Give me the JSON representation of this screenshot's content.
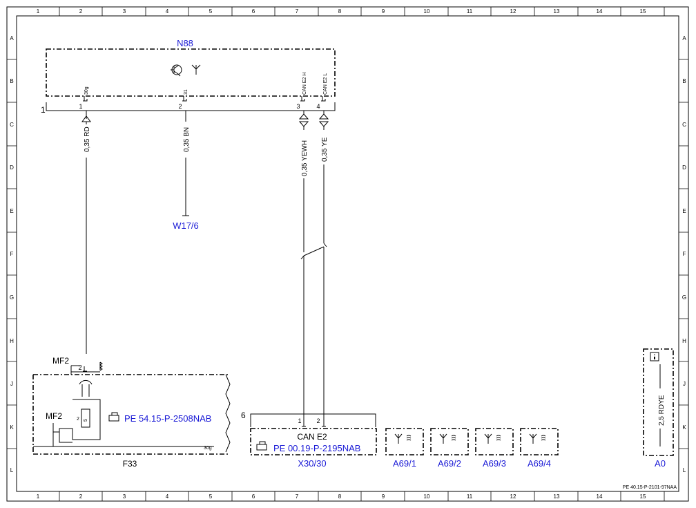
{
  "grid": {
    "columns": [
      "1",
      "2",
      "3",
      "4",
      "5",
      "6",
      "7",
      "8",
      "9",
      "10",
      "11",
      "12",
      "13",
      "14",
      "15"
    ],
    "rows": [
      "A",
      "B",
      "C",
      "D",
      "E",
      "F",
      "G",
      "H",
      "J",
      "K",
      "L"
    ]
  },
  "n88": {
    "label": "N88",
    "pins": [
      {
        "name": "30g",
        "num": "1"
      },
      {
        "name": "31",
        "num": "2"
      },
      {
        "name": "CAN E2 H",
        "num": "3"
      },
      {
        "name": "CAN E2 L",
        "num": "4"
      }
    ],
    "connector_num": "1"
  },
  "wires": {
    "w1": "0,35 RD",
    "w2": "0,35 BN",
    "w3": "0,35 YEWH",
    "w4": "0,35 YE"
  },
  "ground": {
    "label": "W17/6"
  },
  "f33": {
    "label": "F33",
    "mf2_top": "MF2",
    "mf2_left": "MF2",
    "pin_top": "2",
    "fuse_pin": "2",
    "fuse_num": "5",
    "ref": "PE 54.15-P-2508NAB",
    "bus": "30g"
  },
  "x30": {
    "label": "X30/30",
    "title": "CAN E2",
    "ref": "PE 00.19-P-2195NAB",
    "connector_num": "6",
    "pins": [
      "1",
      "2"
    ]
  },
  "a69": [
    {
      "label": "A69/1"
    },
    {
      "label": "A69/2"
    },
    {
      "label": "A69/3"
    },
    {
      "label": "A69/4"
    }
  ],
  "a0": {
    "label": "A0",
    "wire": "2,5 RDYE"
  },
  "footer": {
    "doc_id": "PE 40.15-P-2101-97NAA"
  }
}
